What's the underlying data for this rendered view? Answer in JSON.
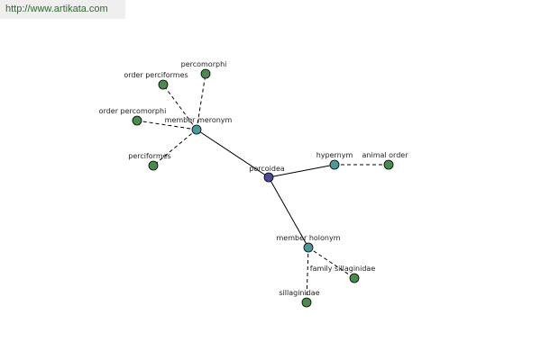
{
  "header": {
    "url": "http://www.artikata.com"
  },
  "graph": {
    "colors": {
      "center_node": "#4a4a9a",
      "relation_node": "#4a9a9a",
      "leaf_node": "#4a8a4a"
    },
    "nodes": {
      "center": "percoidea",
      "member_meronym": "member meronym",
      "hypernym": "hypernym",
      "member_holonym": "member holonym",
      "percomorphi": "percomorphi",
      "order_perciformes": "order perciformes",
      "order_percomorphi": "order percomorphi",
      "perciformes": "perciformes",
      "animal_order": "animal order",
      "family_sillaginidae": "family sillaginidae",
      "sillaginidae": "sillaginidae"
    }
  }
}
